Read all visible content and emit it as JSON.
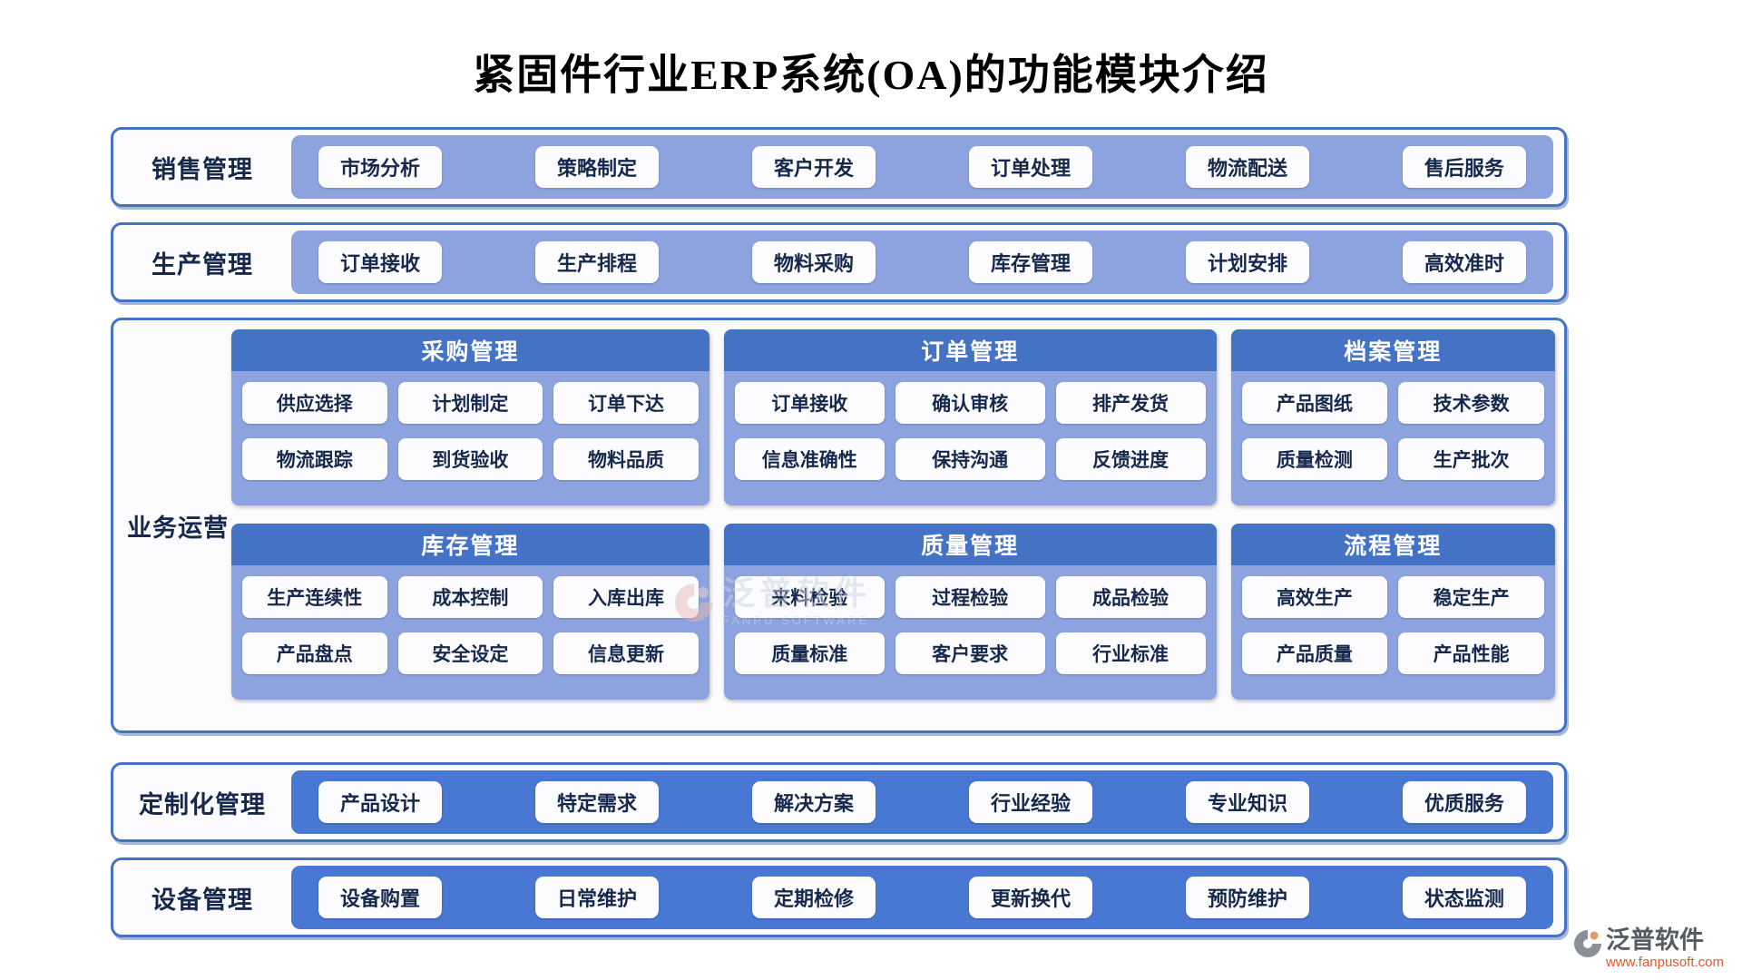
{
  "title": "紧固件行业ERP系统(OA)的功能模块介绍",
  "top_rows": [
    {
      "label": "销售管理",
      "items": [
        "市场分析",
        "策略制定",
        "客户开发",
        "订单处理",
        "物流配送",
        "售后服务"
      ]
    },
    {
      "label": "生产管理",
      "items": [
        "订单接收",
        "生产排程",
        "物料采购",
        "库存管理",
        "计划安排",
        "高效准时"
      ]
    }
  ],
  "business_section": {
    "label": "业务运营",
    "panels": [
      {
        "title": "采购管理",
        "items": [
          "供应选择",
          "计划制定",
          "订单下达",
          "物流跟踪",
          "到货验收",
          "物料品质"
        ]
      },
      {
        "title": "订单管理",
        "items": [
          "订单接收",
          "确认审核",
          "排产发货",
          "信息准确性",
          "保持沟通",
          "反馈进度"
        ]
      },
      {
        "title": "档案管理",
        "items": [
          "产品图纸",
          "技术参数",
          "质量检测",
          "生产批次"
        ]
      },
      {
        "title": "库存管理",
        "items": [
          "生产连续性",
          "成本控制",
          "入库出库",
          "产品盘点",
          "安全设定",
          "信息更新"
        ]
      },
      {
        "title": "质量管理",
        "items": [
          "来料检验",
          "过程检验",
          "成品检验",
          "质量标准",
          "客户要求",
          "行业标准"
        ]
      },
      {
        "title": "流程管理",
        "items": [
          "高效生产",
          "稳定生产",
          "产品质量",
          "产品性能"
        ]
      }
    ]
  },
  "bottom_rows": [
    {
      "label": "定制化管理",
      "items": [
        "产品设计",
        "特定需求",
        "解决方案",
        "行业经验",
        "专业知识",
        "优质服务"
      ]
    },
    {
      "label": "设备管理",
      "items": [
        "设备购置",
        "日常维护",
        "定期检修",
        "更新换代",
        "预防维护",
        "状态监测"
      ]
    }
  ],
  "watermark": {
    "cn": "泛普软件",
    "en": "FANPU SOFTWARE"
  },
  "footer": {
    "brand": "泛普软件",
    "url": "www.fanpusoft.com"
  },
  "colors": {
    "border_blue": "#4472C4",
    "band_light": "#8CA3DF",
    "band_dark": "#4878D4",
    "panel_header": "#4472C4",
    "text_navy": "#16294d",
    "url_orange": "#e0592a"
  }
}
